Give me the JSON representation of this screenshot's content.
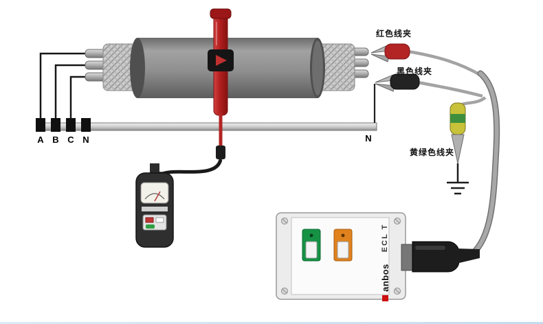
{
  "diagram": {
    "terminal_labels": {
      "a": "A",
      "b": "B",
      "c": "C",
      "n": "N"
    },
    "bus_label": "N",
    "clip_labels": {
      "red": "红色线夹",
      "black": "黑色线夹",
      "yellow_green": "黄绿色线夹"
    },
    "device": {
      "brand": "anbos",
      "model": "ECL T"
    },
    "colors": {
      "clamp_red": "#b32424",
      "switch_green": "#169245",
      "switch_orange": "#e0821e",
      "brand_red": "#cc1111",
      "cable_gray": "#8f8f8f"
    }
  }
}
